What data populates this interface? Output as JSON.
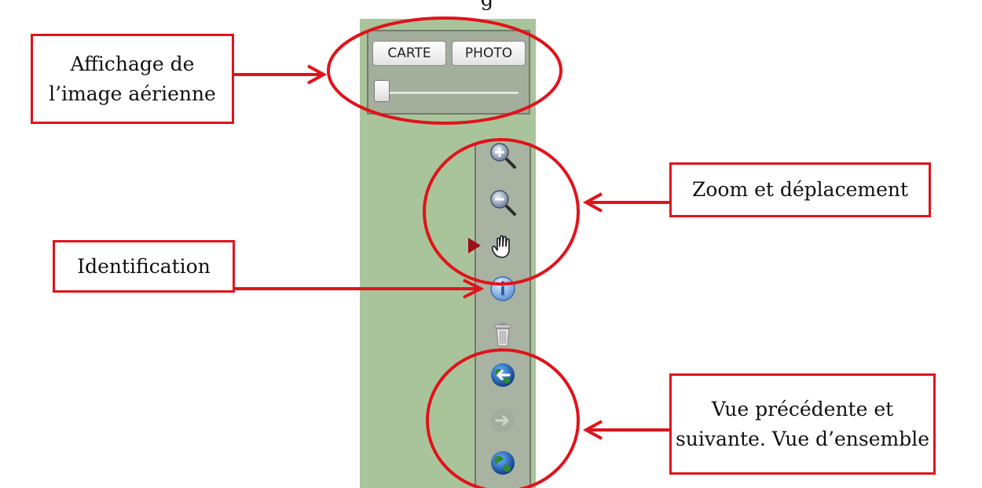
{
  "header": {
    "cut_text": "g"
  },
  "basemap": {
    "carte_label": "CARTE",
    "photo_label": "PHOTO",
    "opacity": 0
  },
  "tools": [
    {
      "icon": "zoom-in-icon"
    },
    {
      "icon": "zoom-out-icon"
    },
    {
      "icon": "pan-hand-icon",
      "active": true
    },
    {
      "icon": "info-icon"
    },
    {
      "icon": "trash-icon"
    },
    {
      "icon": "globe-back-icon"
    },
    {
      "icon": "globe-forward-icon",
      "disabled": true
    },
    {
      "icon": "globe-full-extent-icon"
    }
  ],
  "annotations": {
    "aerial": {
      "line1": "Affichage de",
      "line2": "l’image aérienne"
    },
    "zoom": {
      "text": "Zoom et déplacement"
    },
    "identify": {
      "text": "Identification"
    },
    "views": {
      "line1": "Vue précédente et",
      "line2": "suivante. Vue d’ensemble"
    }
  },
  "colors": {
    "annotation_red": "#e0131b",
    "panel_green": "#a9c49a"
  }
}
